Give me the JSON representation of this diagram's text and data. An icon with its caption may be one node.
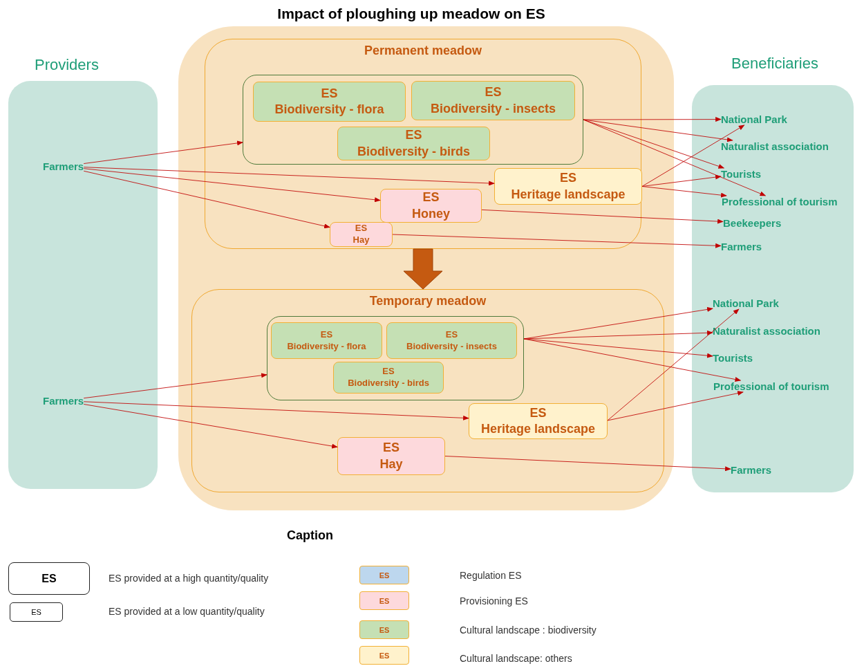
{
  "diagram": {
    "title": "Impact of ploughing up meadow on ES",
    "nodes": [
      {
        "text": [
          "Providers"
        ]
      },
      {
        "text": [
          "Farmers"
        ],
        "in": 0
      },
      {
        "text": [
          "Farmers"
        ],
        "in": 0
      },
      {
        "text": [],
        "shape": "box"
      },
      {
        "text": [
          "Permanent meadow"
        ],
        "in": 3
      },
      {
        "text": [],
        "shape": "box",
        "in": 4
      },
      {
        "text": [
          "ES",
          "Biodiversity - flora"
        ],
        "in": 5
      },
      {
        "text": [
          "ES",
          "Biodiversity - insects"
        ],
        "in": 5
      },
      {
        "text": [
          "ES",
          "Biodiversity - birds"
        ],
        "in": 5
      },
      {
        "text": [
          "ES",
          "Heritage landscape"
        ],
        "in": 4
      },
      {
        "text": [
          "ES",
          "Honey"
        ],
        "in": 4
      },
      {
        "text": [
          "ES",
          "Hay"
        ],
        "in": 4
      },
      {
        "text": [
          "Temporary meadow"
        ],
        "in": 3
      },
      {
        "text": [],
        "shape": "box",
        "in": 12
      },
      {
        "text": [
          "ES",
          "Biodiversity - flora"
        ],
        "in": 13
      },
      {
        "text": [
          "ES",
          "Biodiversity - insects"
        ],
        "in": 13
      },
      {
        "text": [
          "ES",
          "Biodiversity - birds"
        ],
        "in": 13
      },
      {
        "text": [
          "ES",
          "Heritage landscape"
        ],
        "in": 12
      },
      {
        "text": [
          "ES",
          "Hay"
        ],
        "in": 12
      },
      {
        "text": [
          "Beneficiaries"
        ]
      },
      {
        "text": [
          "National Park"
        ],
        "in": 19
      },
      {
        "text": [
          "Naturalist association"
        ],
        "in": 19
      },
      {
        "text": [
          "Tourists"
        ],
        "in": 19
      },
      {
        "text": [
          "Professional of tourism"
        ],
        "in": 19
      },
      {
        "text": [
          "Beekeepers"
        ],
        "in": 19
      },
      {
        "text": [
          "Farmers"
        ],
        "in": 19
      },
      {
        "text": [
          "National Park"
        ],
        "in": 19
      },
      {
        "text": [
          "Naturalist association"
        ],
        "in": 19
      },
      {
        "text": [
          "Tourists"
        ],
        "in": 19
      },
      {
        "text": [
          "Professional of tourism"
        ],
        "in": 19
      },
      {
        "text": [
          "Farmers"
        ],
        "in": 19
      }
    ],
    "edges": [
      {
        "from": 1,
        "to": 5,
        "arrow": "to"
      },
      {
        "from": 1,
        "to": 9,
        "arrow": "to"
      },
      {
        "from": 1,
        "to": 10,
        "arrow": "to"
      },
      {
        "from": 1,
        "to": 11,
        "arrow": "to"
      },
      {
        "from": 5,
        "to": 20,
        "arrow": "to"
      },
      {
        "from": 5,
        "to": 21,
        "arrow": "to"
      },
      {
        "from": 5,
        "to": 22,
        "arrow": "to"
      },
      {
        "from": 5,
        "to": 23,
        "arrow": "to"
      },
      {
        "from": 9,
        "to": 20,
        "arrow": "to"
      },
      {
        "from": 9,
        "to": 22,
        "arrow": "to"
      },
      {
        "from": 9,
        "to": 23,
        "arrow": "to"
      },
      {
        "from": 10,
        "to": 24,
        "arrow": "to"
      },
      {
        "from": 11,
        "to": 25,
        "arrow": "to"
      },
      {
        "from": 4,
        "to": 12,
        "arrow": "to",
        "style": "thick",
        "color": "#c55a11"
      },
      {
        "from": 2,
        "to": 13,
        "arrow": "to"
      },
      {
        "from": 2,
        "to": 17,
        "arrow": "to"
      },
      {
        "from": 2,
        "to": 18,
        "arrow": "to"
      },
      {
        "from": 13,
        "to": 26,
        "arrow": "to"
      },
      {
        "from": 13,
        "to": 27,
        "arrow": "to"
      },
      {
        "from": 13,
        "to": 28,
        "arrow": "to"
      },
      {
        "from": 13,
        "to": 29,
        "arrow": "to"
      },
      {
        "from": 17,
        "to": 26,
        "arrow": "to"
      },
      {
        "from": 17,
        "to": 29,
        "arrow": "to"
      },
      {
        "from": 18,
        "to": 30,
        "arrow": "to"
      }
    ],
    "labels": [
      "Caption",
      "ES",
      "ES",
      "ES",
      "ES",
      "ES",
      "ES"
    ],
    "legend": [
      {
        "text": "ES provided at a high quantity/quality"
      },
      {
        "text": "ES provided at a low quantity/quality"
      },
      {
        "text": "Regulation ES",
        "color": "#bdd7ee"
      },
      {
        "text": "Provisioning ES",
        "color": "#fdd9dc"
      },
      {
        "text": "Cultural landscape : biodiversity",
        "color": "#c5e0b4"
      },
      {
        "text": "Cultural landscape: others",
        "color": "#fff2cc"
      }
    ]
  }
}
